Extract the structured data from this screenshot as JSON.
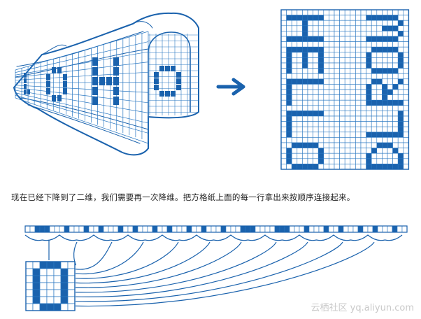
{
  "colors": {
    "accent": "#1a62ad",
    "grid_line": "#2b78c2",
    "empty_cell": "#ffffff",
    "text": "#222222",
    "watermark": "#c9c9c9"
  },
  "grid_letters": {
    "left_column": [
      "H",
      "E",
      "L",
      "L",
      "O"
    ],
    "right_column": [
      "W",
      "O",
      "R",
      "L",
      "D"
    ],
    "tunnel_visible": [
      "O",
      "H",
      "O"
    ],
    "bottom_small_grid": "O"
  },
  "caption": "现在已经下降到了二维，我们需要再一次降维。把方格纸上面的每一行拿出来按顺序连接起来。",
  "watermark": "云栖社区 yq.aliyun.com",
  "icons": {
    "arrow": "arrow-right-icon"
  }
}
